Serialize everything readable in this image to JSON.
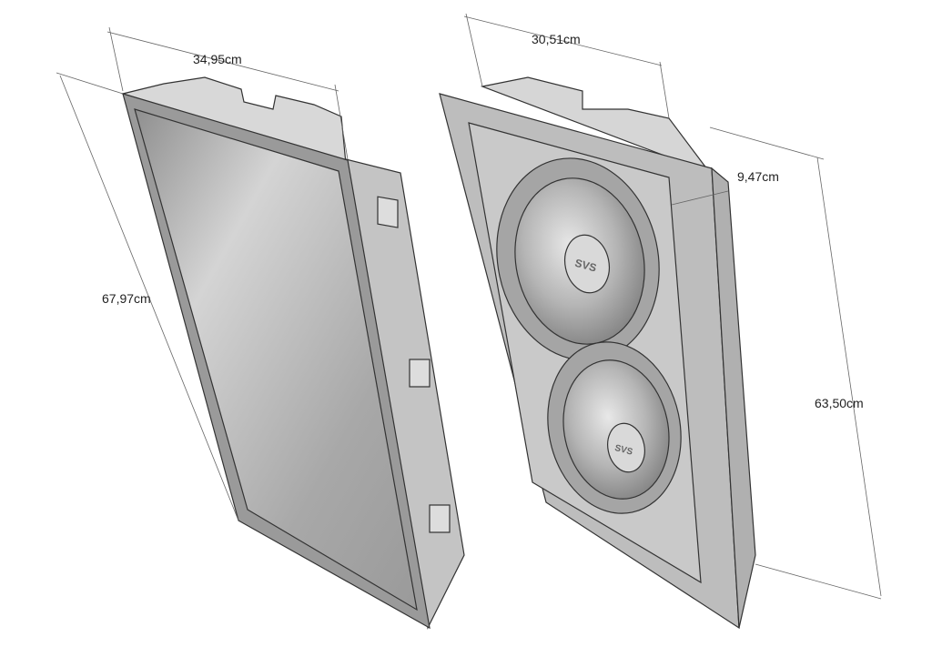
{
  "dimensions": {
    "left_width": "34,95cm",
    "left_height": "67,97cm",
    "right_width": "30,51cm",
    "right_depth": "9,47cm",
    "right_height": "63,50cm"
  },
  "logo_text": "SVS",
  "colors": {
    "line": "#555555",
    "body": "#c8c8c8",
    "face": "#b0b0b0",
    "plate": "#bdbdbd"
  }
}
